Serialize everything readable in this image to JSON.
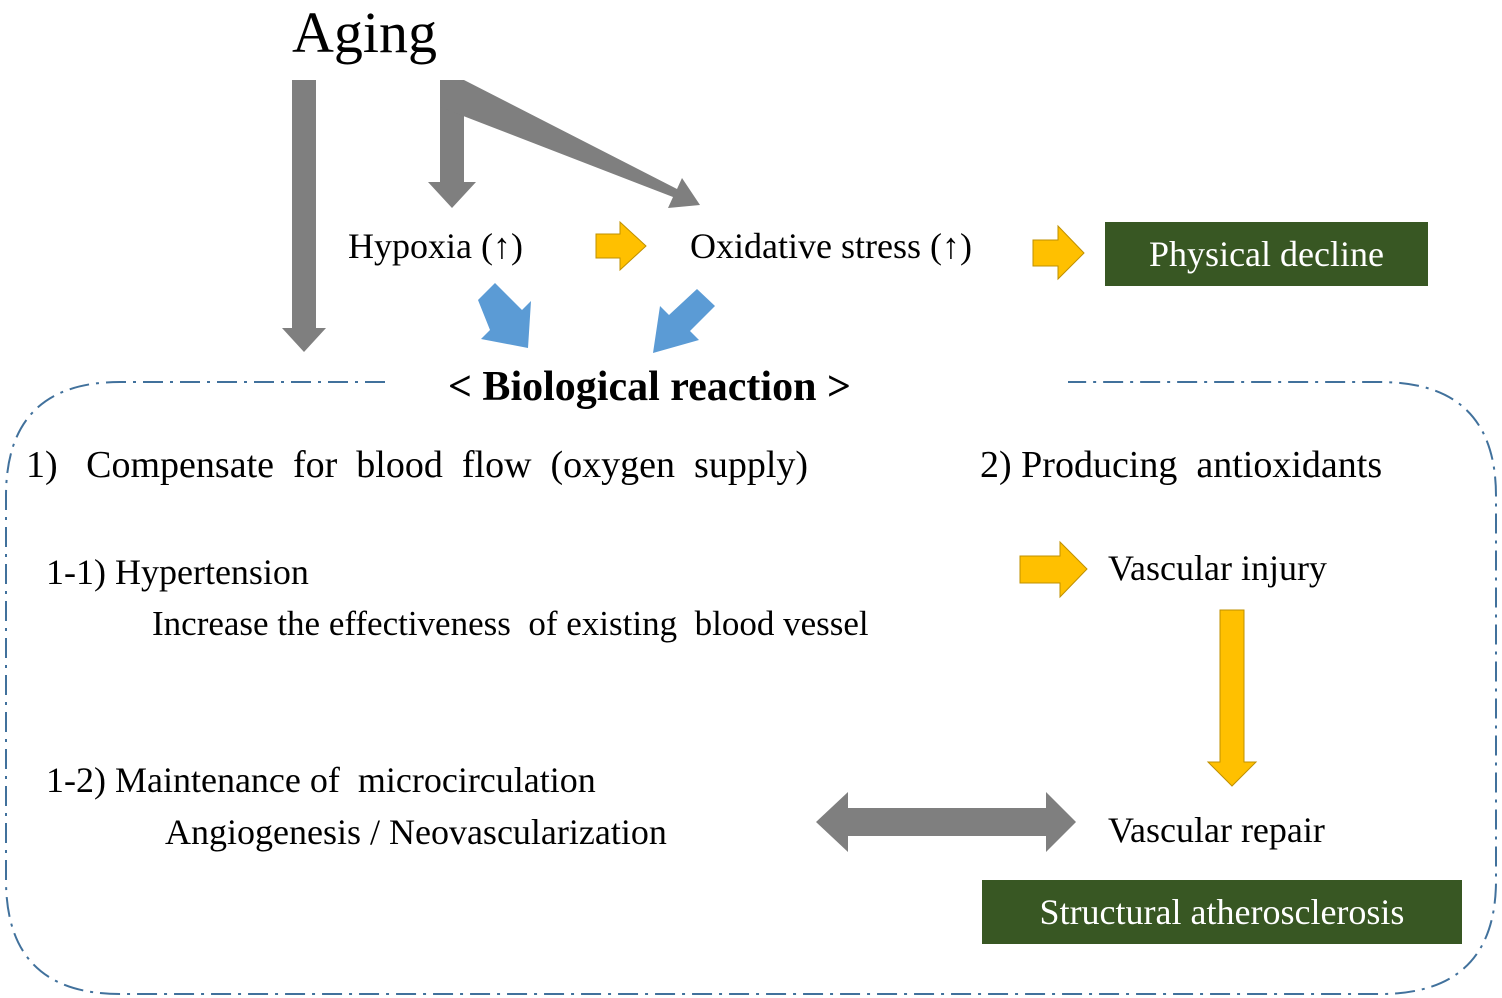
{
  "diagram": {
    "title": "Aging",
    "nodes": {
      "hypoxia": "Hypoxia (↑)",
      "oxidative_stress": "Oxidative stress (↑)",
      "physical_decline": "Physical decline",
      "biological_reaction": "< Biological reaction >",
      "compensate": "1)   Compensate  for  blood  flow  (oxygen  supply)",
      "antioxidants": "2) Producing  antioxidants",
      "hypertension": "1-1) Hypertension",
      "hypertension_detail": "Increase the effectiveness  of existing  blood vessel",
      "vascular_injury": "Vascular injury",
      "microcirculation": "1-2) Maintenance of  microcirculation",
      "angiogenesis": "Angiogenesis / Neovascularization",
      "vascular_repair": "Vascular repair",
      "structural_atherosclerosis": "Structural atherosclerosis"
    },
    "colors": {
      "gray_arrow": "#7f7f7f",
      "blue_arrow": "#5b9bd5",
      "yellow_arrow": "#ffc000",
      "green_box": "#385723",
      "dashed_border": "#41719c"
    }
  }
}
